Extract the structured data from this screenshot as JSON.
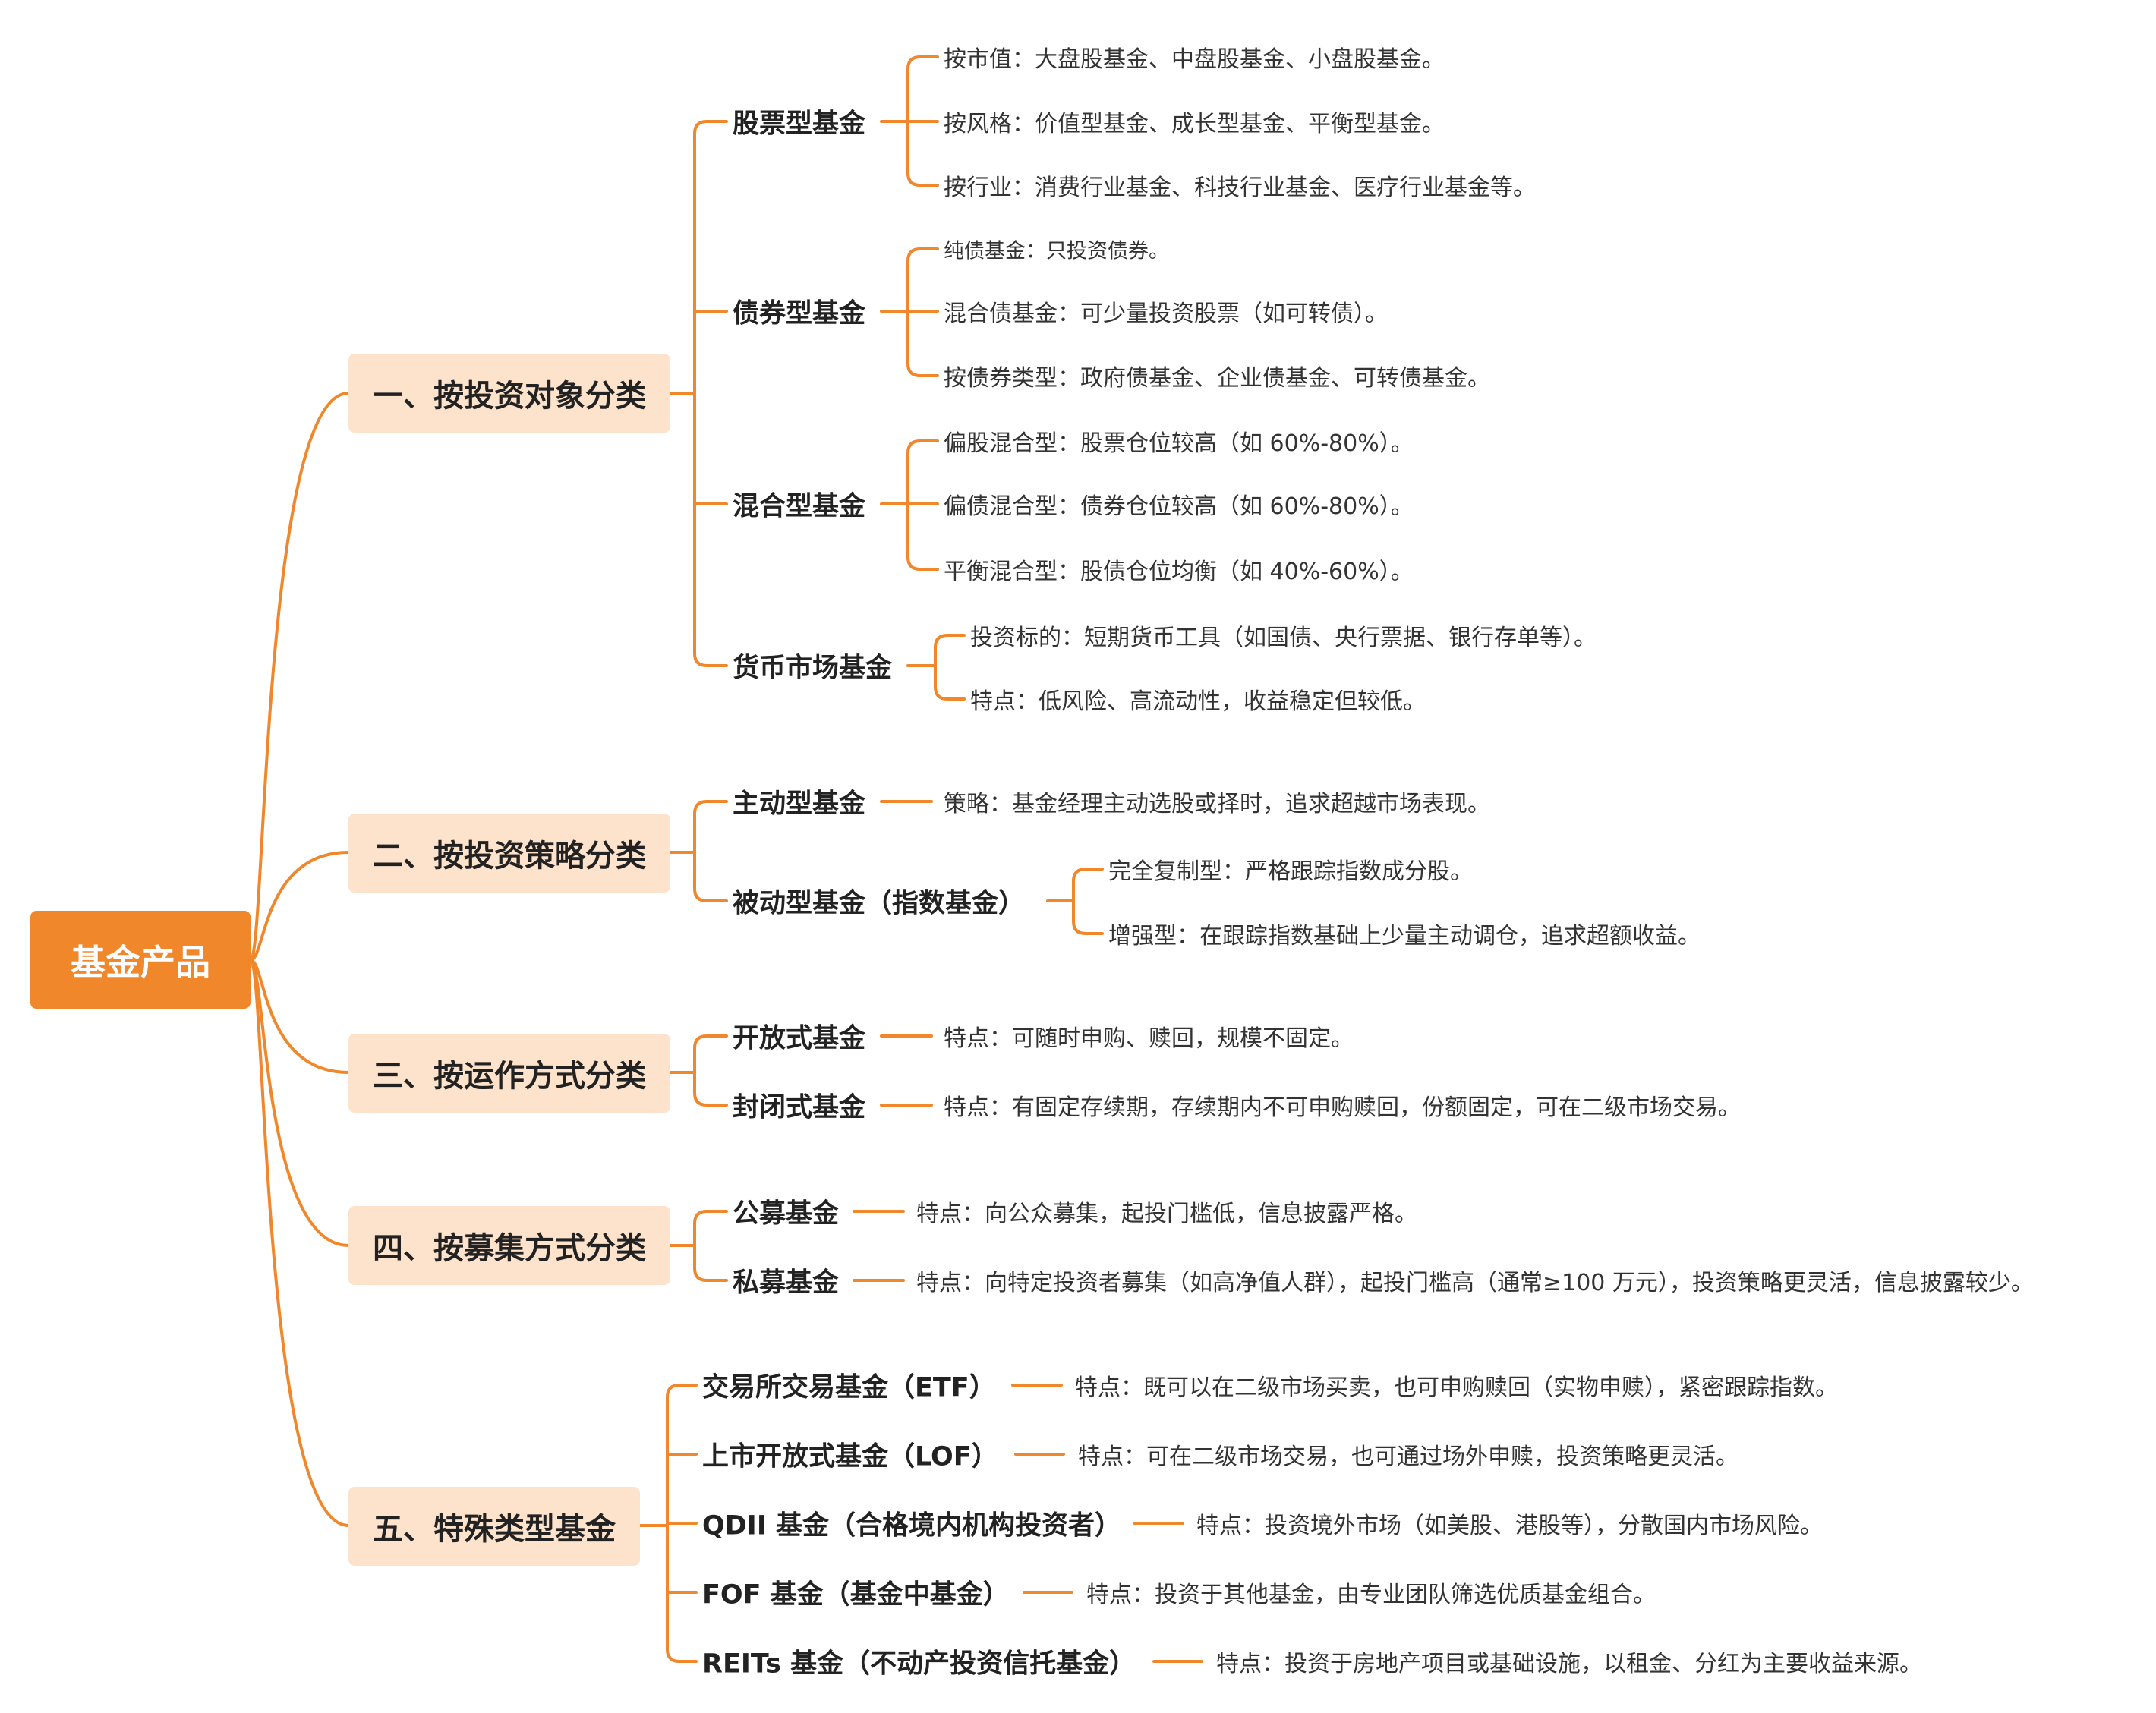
{
  "root": "基金产品",
  "colors": {
    "accent": "#F0872A",
    "branch_fill": "#FDE2CC"
  },
  "branches": [
    {
      "label": "一、按投资对象分类",
      "children": [
        {
          "label": "股票型基金",
          "items": [
            "按市值：大盘股基金、中盘股基金、小盘股基金。",
            "按风格：价值型基金、成长型基金、平衡型基金。",
            "按行业：消费行业基金、科技行业基金、医疗行业基金等。"
          ]
        },
        {
          "label": "债券型基金",
          "items": [
            "纯债基金：只投资债券。",
            "混合债基金：可少量投资股票（如可转债）。",
            "按债券类型：政府债基金、企业债基金、可转债基金。"
          ]
        },
        {
          "label": "混合型基金",
          "items": [
            "偏股混合型：股票仓位较高（如 60%-80%）。",
            "偏债混合型：债券仓位较高（如 60%-80%）。",
            "平衡混合型：股债仓位均衡（如 40%-60%）。"
          ]
        },
        {
          "label": "货币市场基金",
          "items": [
            "投资标的：短期货币工具（如国债、央行票据、银行存单等）。",
            "特点：低风险、高流动性，收益稳定但较低。"
          ]
        }
      ]
    },
    {
      "label": "二、按投资策略分类",
      "children": [
        {
          "label": "主动型基金",
          "items": [
            "策略：基金经理主动选股或择时，追求超越市场表现。"
          ]
        },
        {
          "label": "被动型基金（指数基金）",
          "items": [
            "完全复制型：严格跟踪指数成分股。",
            "增强型：在跟踪指数基础上少量主动调仓，追求超额收益。"
          ]
        }
      ]
    },
    {
      "label": "三、按运作方式分类",
      "children": [
        {
          "label": "开放式基金",
          "items": [
            "特点：可随时申购、赎回，规模不固定。"
          ]
        },
        {
          "label": "封闭式基金",
          "items": [
            "特点：有固定存续期，存续期内不可申购赎回，份额固定，可在二级市场交易。"
          ]
        }
      ]
    },
    {
      "label": "四、按募集方式分类",
      "children": [
        {
          "label": "公募基金",
          "items": [
            "特点：向公众募集，起投门槛低，信息披露严格。"
          ]
        },
        {
          "label": "私募基金",
          "items": [
            "特点：向特定投资者募集（如高净值人群），起投门槛高（通常≥100 万元），投资策略更灵活，信息披露较少。"
          ]
        }
      ]
    },
    {
      "label": "五、特殊类型基金",
      "children": [
        {
          "label": "交易所交易基金（ETF）",
          "items": [
            "特点：既可以在二级市场买卖，也可申购赎回（实物申赎），紧密跟踪指数。"
          ]
        },
        {
          "label": "上市开放式基金（LOF）",
          "items": [
            "特点：可在二级市场交易，也可通过场外申赎，投资策略更灵活。"
          ]
        },
        {
          "label": "QDII 基金（合格境内机构投资者）",
          "items": [
            "特点：投资境外市场（如美股、港股等），分散国内市场风险。"
          ]
        },
        {
          "label": "FOF 基金（基金中基金）",
          "items": [
            "特点：投资于其他基金，由专业团队筛选优质基金组合。"
          ]
        },
        {
          "label": "REITs 基金（不动产投资信托基金）",
          "items": [
            "特点：投资于房地产项目或基础设施，以租金、分红为主要收益来源。"
          ]
        }
      ]
    }
  ]
}
